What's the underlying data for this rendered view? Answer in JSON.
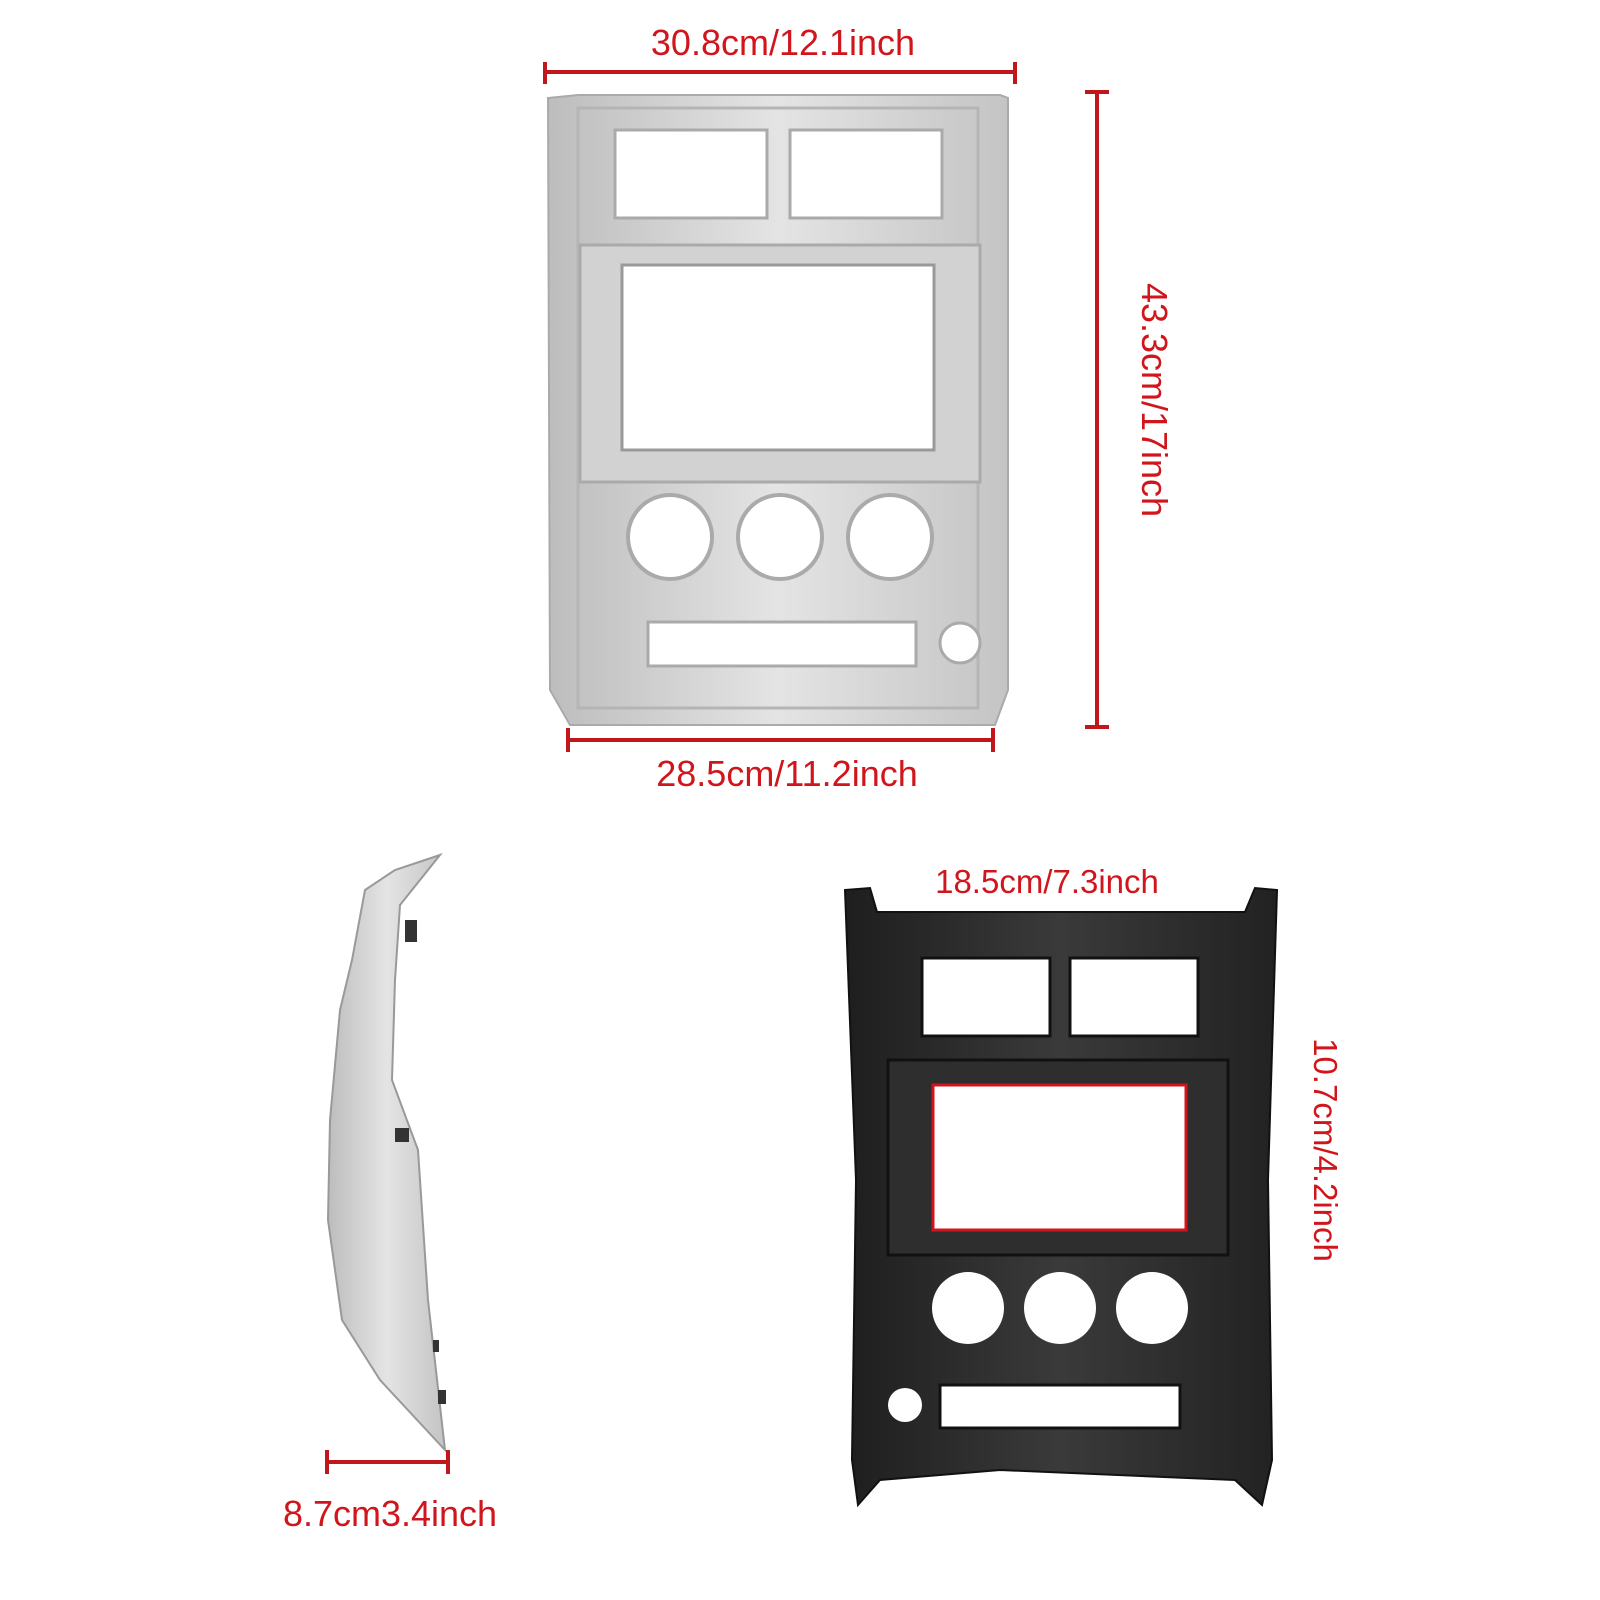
{
  "dimensions": {
    "front_top_width": "30.8cm/12.1inch",
    "front_height": "43.3cm/17inch",
    "front_bottom_width": "28.5cm/11.2inch",
    "side_depth": "8.7cm3.4inch",
    "back_width": "18.5cm/7.3inch",
    "back_height": "10.7cm/4.2inch"
  },
  "colors": {
    "dimension": "#d0161c",
    "silver": "#d6d6d6",
    "black": "#2a2a2a"
  }
}
